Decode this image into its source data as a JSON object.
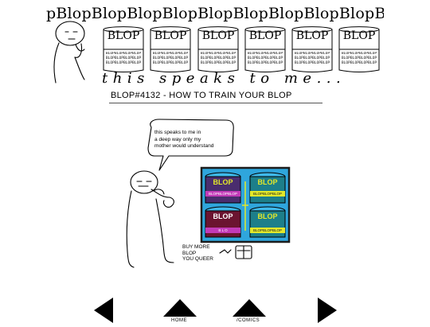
{
  "banner": {
    "title": "pBlopBlopBlopBlopBlopBlopBlopBlopBlopBlopB",
    "can_label": "BLOP",
    "can_small_text": "BLOPBLOPBLOPBLOPBLOPBLOPBLOPBLOPBLOPBLOPBLOPBLOP",
    "tagline": "this speaks to me..."
  },
  "comic": {
    "title": "BLOP#4132 - HOW TO TRAIN YOUR BLOP",
    "speech_line1": "this speaks to me in",
    "speech_line2": "a deep way only my",
    "speech_line3": "mother would understand",
    "panel_can_label": "BLOP",
    "panel_band_top_left": "BLOPBLOPBLOP",
    "panel_band_top_right": "BLOPBLOPBLOP",
    "panel_band_bottom_left": "B L O",
    "panel_band_bottom_right": "BLOPBLOPBLOP",
    "buy_line1": "BUY MORE BLOP",
    "buy_line2": "YOU QUEER"
  },
  "nav": {
    "home_label": "HOME",
    "comics_label": "/COMICS"
  },
  "colors": {
    "panel_bg": "#2fa6dd",
    "panel_border": "#1c1c1c",
    "can_top_blue": "#3fb9ea",
    "can_body_purple": "#4a2d6e",
    "can_band_magenta": "#c23bb8",
    "can_band_yellow": "#e3e82a",
    "can_body_green": "#1d7f8a",
    "can_body_maroon": "#6b1430"
  }
}
